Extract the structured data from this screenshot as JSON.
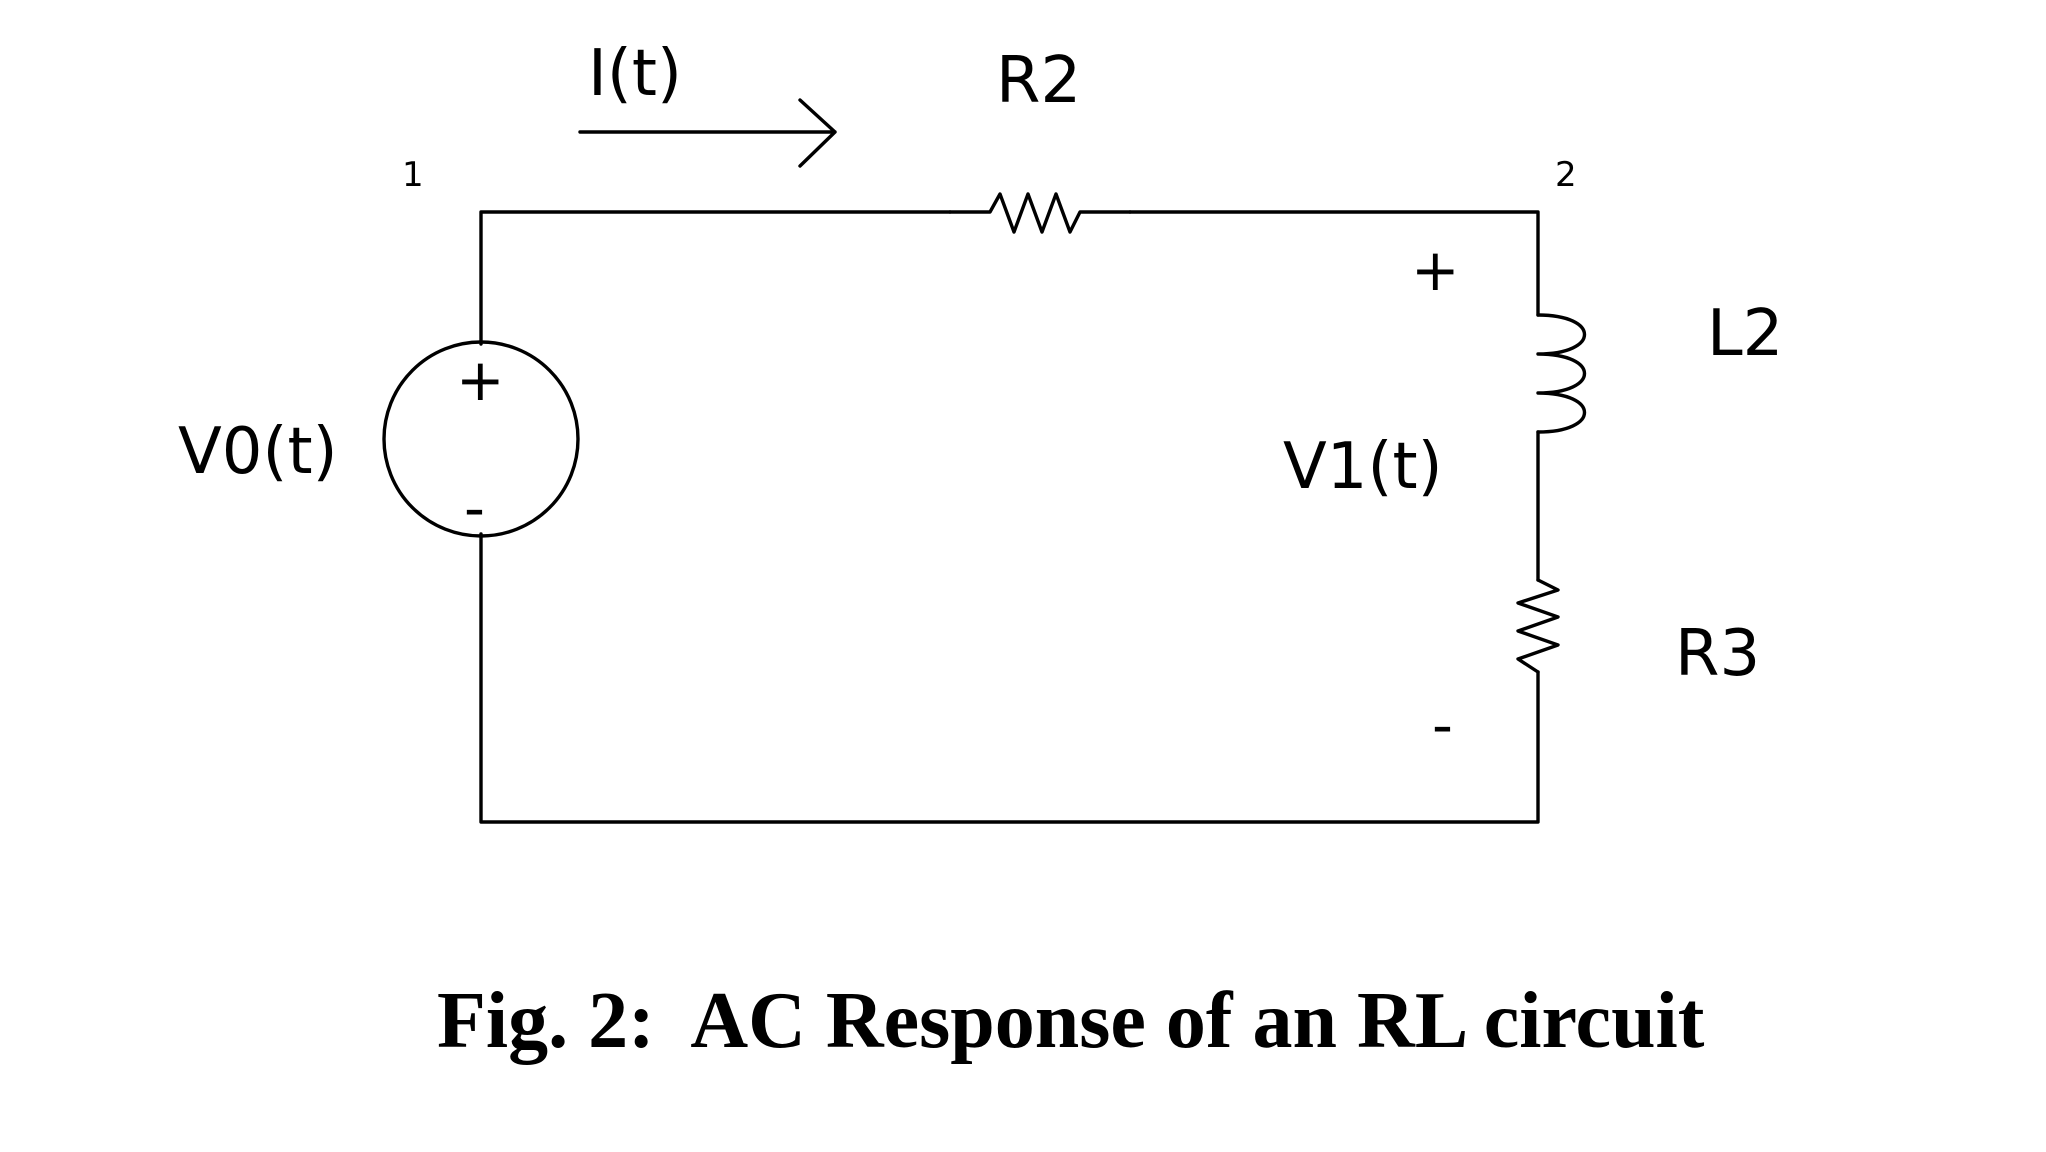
{
  "diagram": {
    "current_label": "I(t)",
    "resistor_top_label": "R2",
    "node_left_label": "1",
    "node_right_label": "2",
    "source_label": "V0(t)",
    "source_plus": "+",
    "source_minus": "-",
    "inductor_label": "L2",
    "resistor_right_label": "R3",
    "voltage_label": "V1(t)",
    "voltage_plus": "+",
    "voltage_minus": "-"
  },
  "caption": "Fig. 2:  AC Response of an RL circuit"
}
